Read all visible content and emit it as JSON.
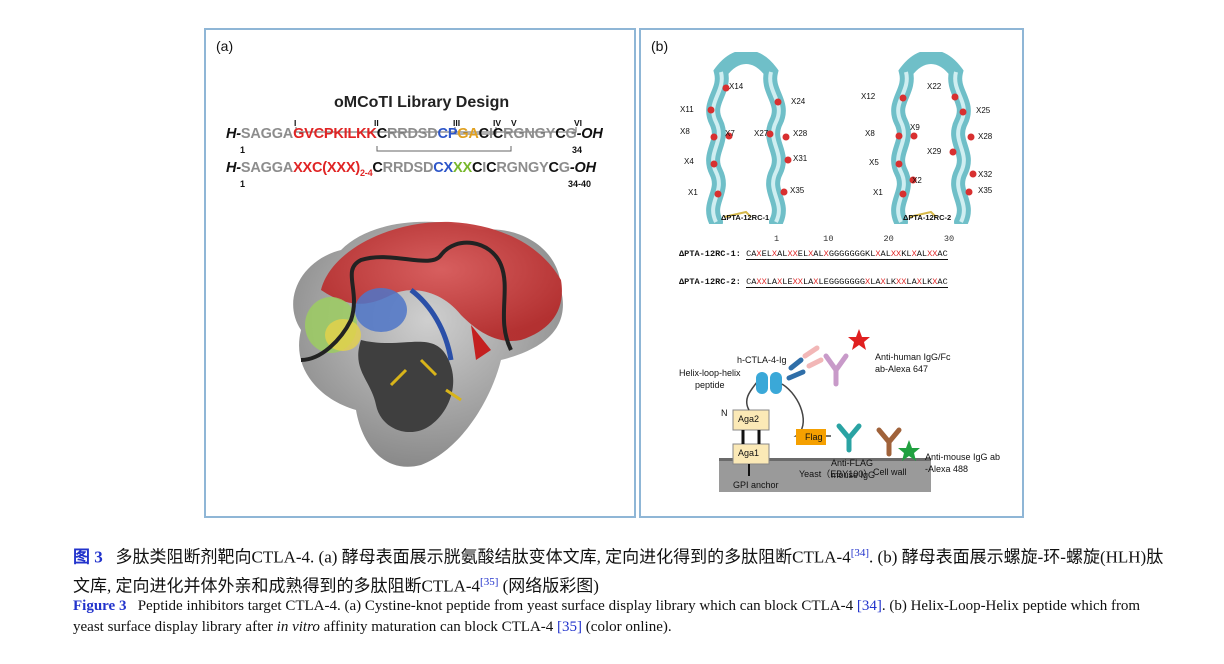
{
  "panel_a": {
    "label": "(a)",
    "title": "oMCoTI Library Design",
    "roman_numerals": [
      "I",
      "II",
      "III",
      "IV",
      "V",
      "VI"
    ],
    "seq1": {
      "prefix": "H-",
      "p1": "SAGGA",
      "p2": "GVC",
      "p3": "PKILKK",
      "p4": "C",
      "p5": "RRDSD",
      "p6": "C",
      "p7": "P",
      "p8": "GA",
      "p9": "C",
      "p10": "I",
      "p11": "C",
      "p12": "RGNGY",
      "p13": "C",
      "p14": "G",
      "suffix": "-OH",
      "num_start": "1",
      "num_end": "34"
    },
    "seq2": {
      "prefix": "H-",
      "p1": "SAGGA",
      "p2": "XXC",
      "p3": "(XXX)",
      "p3sub": "2-4",
      "p4": "C",
      "p5": "RRDSD",
      "p6": "CX",
      "p7": "XX",
      "p8": "C",
      "p9": "I",
      "p10": "C",
      "p11": "RGNGY",
      "p12": "C",
      "p13": "G",
      "suffix": "-OH",
      "num_start": "1",
      "num_end": "34-40"
    }
  },
  "panel_b": {
    "label": "(b)",
    "left_helix_labels": [
      "X14",
      "X11",
      "X8",
      "X7",
      "X4",
      "X1",
      "X24",
      "X27",
      "X28",
      "X31",
      "X35"
    ],
    "right_helix_labels": [
      "X12",
      "X8",
      "X9",
      "X5",
      "X2",
      "X1",
      "X22",
      "X25",
      "X28",
      "X29",
      "X32",
      "X35"
    ],
    "left_name": "ΔPTA-12RC-1",
    "right_name": "ΔPTA-12RC-2",
    "ruler": [
      "1",
      "10",
      "20",
      "30"
    ],
    "seq_rc1_label": "ΔPTA-12RC-1:",
    "seq_rc1": "CAXELXALXXELXALXGGGGGGGKLXALXXKLXALXXAC",
    "seq_rc2_label": "ΔPTA-12RC-2:",
    "seq_rc2": "CAXXLAXLEXXLAXLEGGGGGGGXLAXLKXXLAXLKXAC",
    "diagram": {
      "h_ctla": "h-CTLA-4-Ig",
      "anti_human_1": "Anti-human IgG/Fc",
      "anti_human_2": "ab-Alexa 647",
      "hlh_1": "Helix-loop-helix",
      "hlh_2": "peptide",
      "n": "N",
      "aga2": "Aga2",
      "aga1": "Aga1",
      "flag": "Flag",
      "anti_flag_1": "Anti-FLAG",
      "anti_flag_2": "mouse IgG",
      "anti_mouse_1": "Anti-mouse IgG ab",
      "anti_mouse_2": "-Alexa 488",
      "yeast": "Yeast（EBY100）",
      "cell_wall": "Cell wall",
      "gpi": "GPI anchor"
    }
  },
  "caption": {
    "cn_label": "图 3",
    "cn_text1": "多肽类阻断剂靶向CTLA-4. (a) 酵母表面展示胱氨酸结肽变体文库, 定向进化得到的多肽阻断CTLA-4",
    "cn_ref1": "[34]",
    "cn_text2": ". (b) 酵母表面展示螺旋-环-螺旋(HLH)肽文库, 定向进化并体外亲和成熟得到的多肽阻断CTLA-4",
    "cn_ref2": "[35]",
    "cn_text3": " (网络版彩图)",
    "en_label": "Figure 3",
    "en_text1": "Peptide inhibitors target CTLA-4. (a) Cystine-knot peptide from yeast surface display library which can block CTLA-4 ",
    "en_ref1": "[34]",
    "en_text2": ". (b) Helix-Loop-Helix peptide which from yeast surface display library after ",
    "en_italic": "in vitro",
    "en_text3": " affinity maturation can block CTLA-4 ",
    "en_ref2": "[35]",
    "en_text4": " (color online)."
  }
}
